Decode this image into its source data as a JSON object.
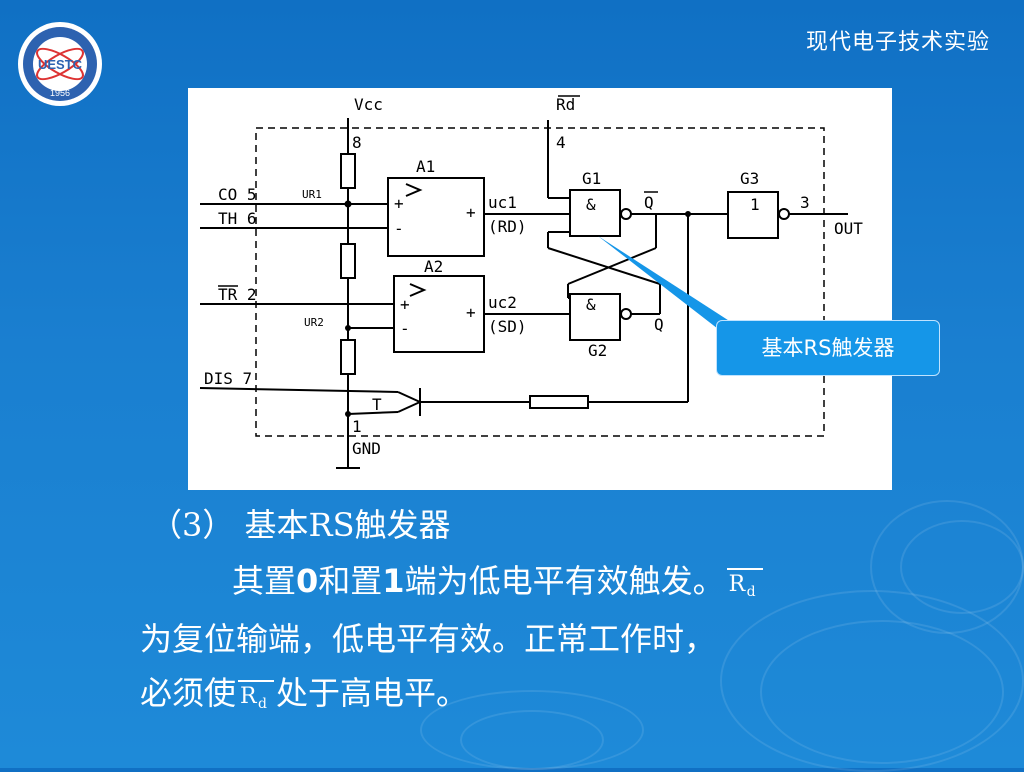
{
  "header": {
    "title": "现代电子技术实验"
  },
  "logo": {
    "text": "UESTC",
    "year": "1956"
  },
  "diagram": {
    "vcc_label": "Vcc",
    "rd_label": "Rd",
    "pin8": "8",
    "pin4": "4",
    "pin5_label": "CO 5",
    "pin6_label": "TH 6",
    "pin2_label": "TR 2",
    "pin7_label": "DIS 7",
    "pin1": "1",
    "gnd_label": "GND",
    "ur1_label": "UR1",
    "ur2_label": "UR2",
    "a1_label": "A1",
    "a2_label": "A2",
    "g1_label": "G1",
    "g2_label": "G2",
    "g3_label": "G3",
    "and_symbol": "&",
    "not_symbol": "1",
    "uc1_label": "uc1",
    "rd_paren": "(RD)",
    "uc2_label": "uc2",
    "sd_paren": "(SD)",
    "qbar_label": "Q",
    "q_label": "Q",
    "pin3": "3",
    "out_label": "OUT",
    "transistor_label": "T"
  },
  "callout": {
    "label": "基本RS触发器"
  },
  "content": {
    "heading": "（3） 基本RS触发器",
    "line1_a": "其置",
    "line1_b": "0",
    "line1_c": "和置",
    "line1_d": "1",
    "line1_e": "端为低电平有效触发。",
    "line2": "为复位输端，低电平有效。正常工作时，",
    "line3_a": "必须使",
    "line3_b": "处于高电平。",
    "rd_symbol_r": "R",
    "rd_symbol_d": "d"
  },
  "colors": {
    "background": "#1a7fd0",
    "callout_bg": "#1596e8",
    "text": "#ffffff"
  }
}
